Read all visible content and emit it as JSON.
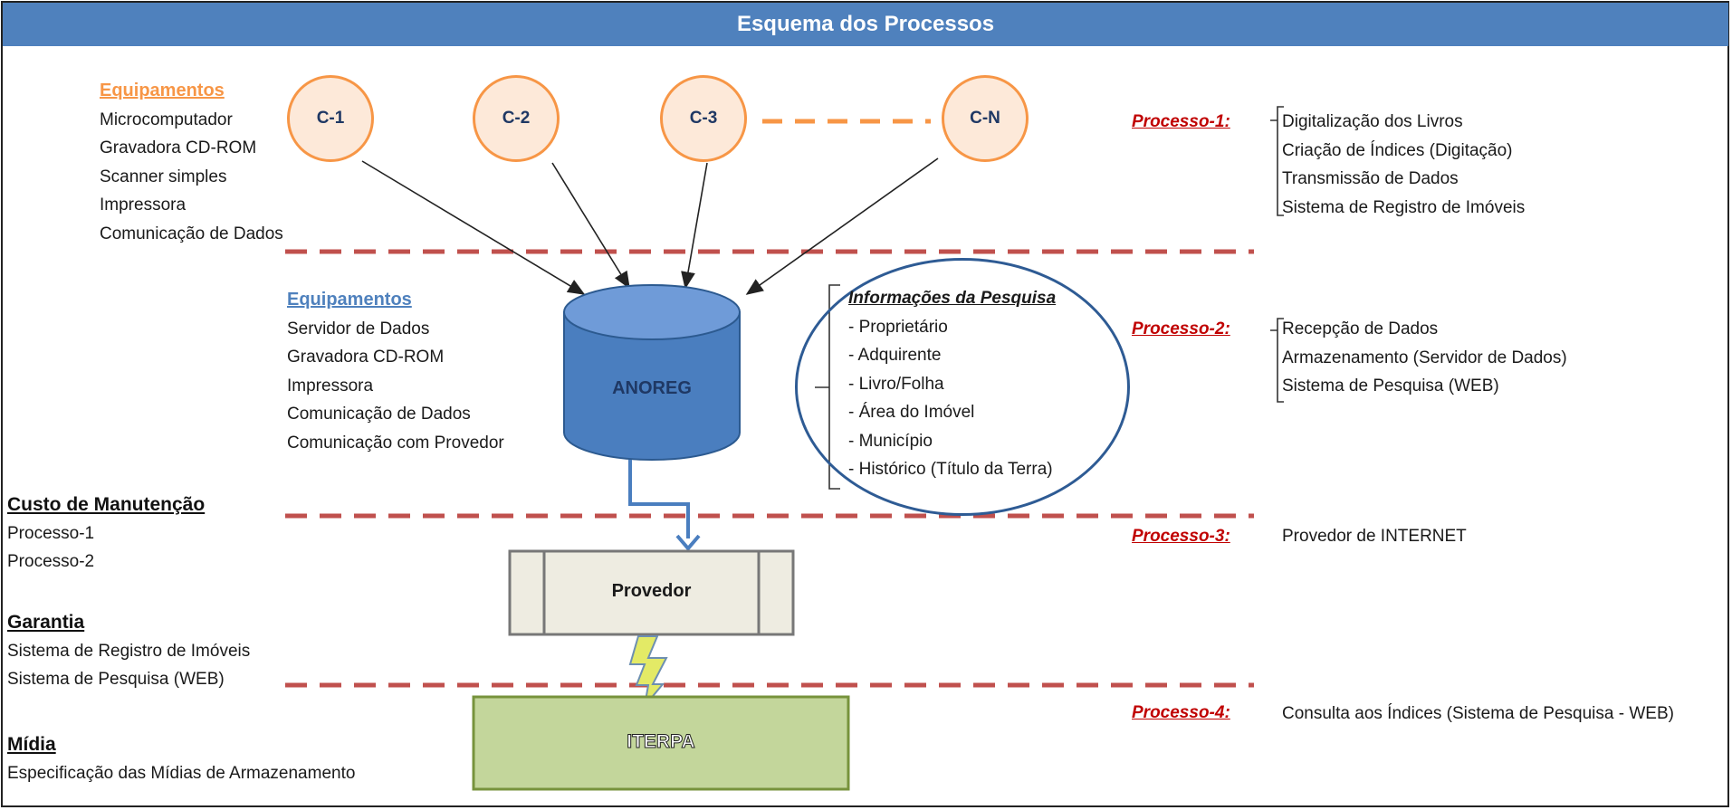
{
  "header": {
    "title": "Esquema dos Processos"
  },
  "left_top": {
    "heading": "Equipamentos",
    "items": [
      "Microcomputador",
      "Gravadora CD-ROM",
      "Scanner simples",
      "Impressora",
      "Comunicação de Dados"
    ]
  },
  "clients": [
    "C-1",
    "C-2",
    "C-3",
    "C-N"
  ],
  "left_mid": {
    "heading": "Equipamentos",
    "items": [
      "Servidor de Dados",
      "Gravadora CD-ROM",
      "Impressora",
      "Comunicação de Dados",
      "Comunicação com Provedor"
    ]
  },
  "database": {
    "label": "ANOREG"
  },
  "info": {
    "title": "Informações da Pesquisa",
    "items": [
      "- Proprietário",
      "- Adquirente",
      "- Livro/Folha",
      "- Área do Imóvel",
      "- Município",
      "- Histórico (Título da Terra)"
    ]
  },
  "provider": {
    "label": "Provedor"
  },
  "iterpa": {
    "label": "ITERPA"
  },
  "bottom_left": {
    "custo": {
      "heading": "Custo de Manutenção",
      "items": [
        "Processo-1",
        "Processo-2"
      ]
    },
    "garantia": {
      "heading": "Garantia",
      "items": [
        "Sistema  de Registro de Imóveis",
        "Sistema de Pesquisa (WEB)"
      ]
    },
    "midia": {
      "heading": "Mídia",
      "items": [
        "Especificação das Mídias de Armazenamento"
      ]
    }
  },
  "processes": [
    {
      "label": "Processo-1:",
      "items": [
        "Digitalização dos Livros",
        "Criação de Índices (Digitação)",
        "Transmissão de Dados",
        "Sistema  de Registro de Imóveis"
      ]
    },
    {
      "label": "Processo-2:",
      "items": [
        "Recepção de Dados",
        "Armazenamento (Servidor de Dados)",
        "Sistema de Pesquisa (WEB)"
      ]
    },
    {
      "label": "Processo-3:",
      "items": [
        "Provedor de INTERNET"
      ]
    },
    {
      "label": "Processo-4:",
      "items": [
        "Consulta aos Índices (Sistema de Pesquisa - WEB)"
      ]
    }
  ],
  "colors": {
    "header": "#4f81bd",
    "client_fill": "#fde9d9",
    "client_border": "#f79646",
    "database": "#4a7ebf",
    "provider_fill": "#eeece1",
    "iterpa_fill": "#c3d69b",
    "process_label": "#c00000",
    "dashed_separator": "#c0504d"
  }
}
